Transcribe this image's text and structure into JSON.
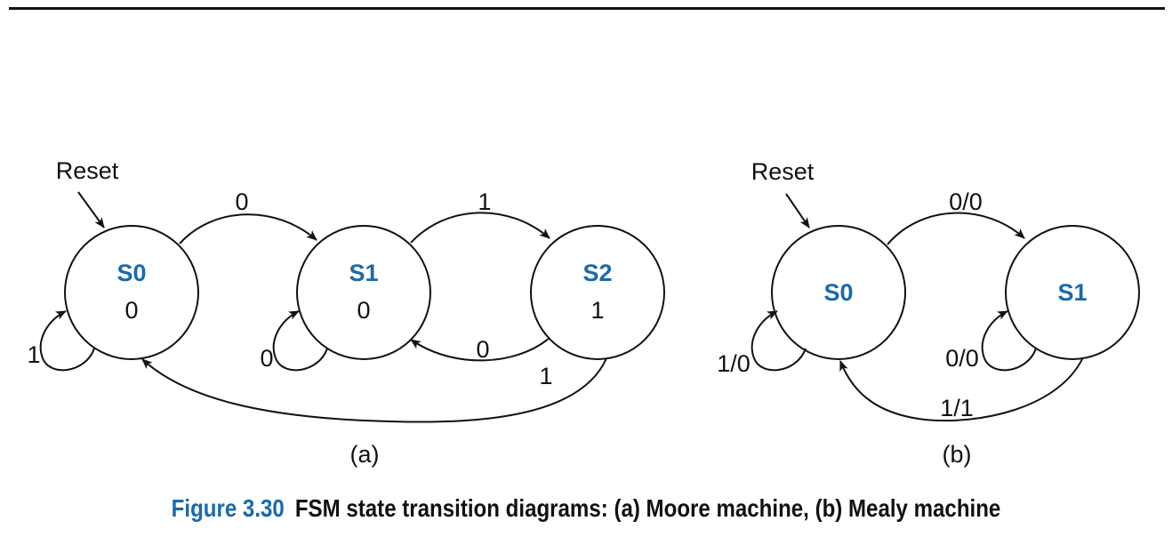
{
  "figure": {
    "number": "Figure 3.30",
    "caption": "FSM state transition diagrams: (a) Moore machine, (b) Mealy machine"
  },
  "colors": {
    "state_name": "#1a6aa8",
    "figure_number": "#1a6aa8",
    "line": "#111111"
  },
  "moore": {
    "panel_label": "(a)",
    "reset_label": "Reset",
    "states": [
      {
        "name": "S0",
        "output": "0"
      },
      {
        "name": "S1",
        "output": "0"
      },
      {
        "name": "S2",
        "output": "1"
      }
    ],
    "transitions": [
      {
        "from": "S0",
        "to": "S0",
        "label": "1"
      },
      {
        "from": "S0",
        "to": "S1",
        "label": "0"
      },
      {
        "from": "S1",
        "to": "S1",
        "label": "0"
      },
      {
        "from": "S1",
        "to": "S2",
        "label": "1"
      },
      {
        "from": "S2",
        "to": "S1",
        "label": "0"
      },
      {
        "from": "S2",
        "to": "S0",
        "label": "1"
      }
    ]
  },
  "mealy": {
    "panel_label": "(b)",
    "reset_label": "Reset",
    "states": [
      {
        "name": "S0"
      },
      {
        "name": "S1"
      }
    ],
    "transitions": [
      {
        "from": "S0",
        "to": "S0",
        "label": "1/0"
      },
      {
        "from": "S0",
        "to": "S1",
        "label": "0/0"
      },
      {
        "from": "S1",
        "to": "S1",
        "label": "0/0"
      },
      {
        "from": "S1",
        "to": "S0",
        "label": "1/1"
      }
    ]
  }
}
